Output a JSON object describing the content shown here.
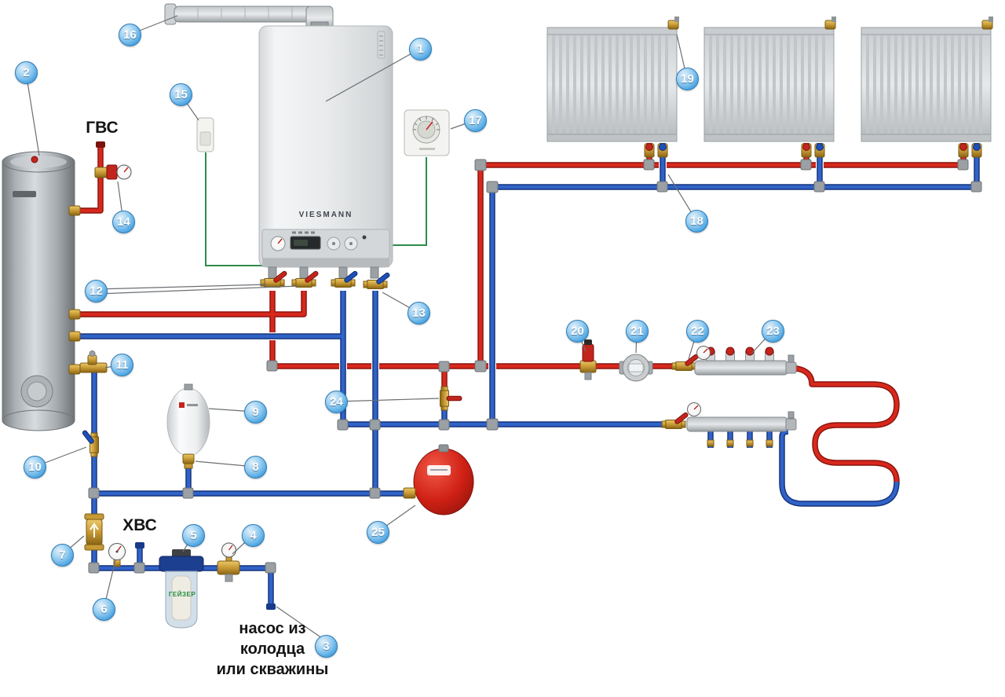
{
  "diagram": {
    "labels": {
      "hot_water_supply": "ГВС",
      "cold_water_supply": "ХВС",
      "well_pump_line1": "насос из",
      "well_pump_line2": "колодца",
      "well_pump_line3": "или скважины",
      "boiler_brand": "VIESMANN",
      "filter_brand": "ГЕЙЗЕР"
    },
    "colors": {
      "hot_pipe": "#d8281c",
      "cold_pipe": "#3063c8",
      "sensor_wire": "#2e8b4a",
      "callout_fill": "#44a0e0"
    },
    "callouts": [
      {
        "n": "1"
      },
      {
        "n": "2"
      },
      {
        "n": "3"
      },
      {
        "n": "4"
      },
      {
        "n": "5"
      },
      {
        "n": "6"
      },
      {
        "n": "7"
      },
      {
        "n": "8"
      },
      {
        "n": "9"
      },
      {
        "n": "10"
      },
      {
        "n": "11"
      },
      {
        "n": "12"
      },
      {
        "n": "13"
      },
      {
        "n": "14"
      },
      {
        "n": "15"
      },
      {
        "n": "16"
      },
      {
        "n": "17"
      },
      {
        "n": "18"
      },
      {
        "n": "19"
      },
      {
        "n": "20"
      },
      {
        "n": "21"
      },
      {
        "n": "22"
      },
      {
        "n": "23"
      },
      {
        "n": "24"
      },
      {
        "n": "25"
      }
    ]
  }
}
